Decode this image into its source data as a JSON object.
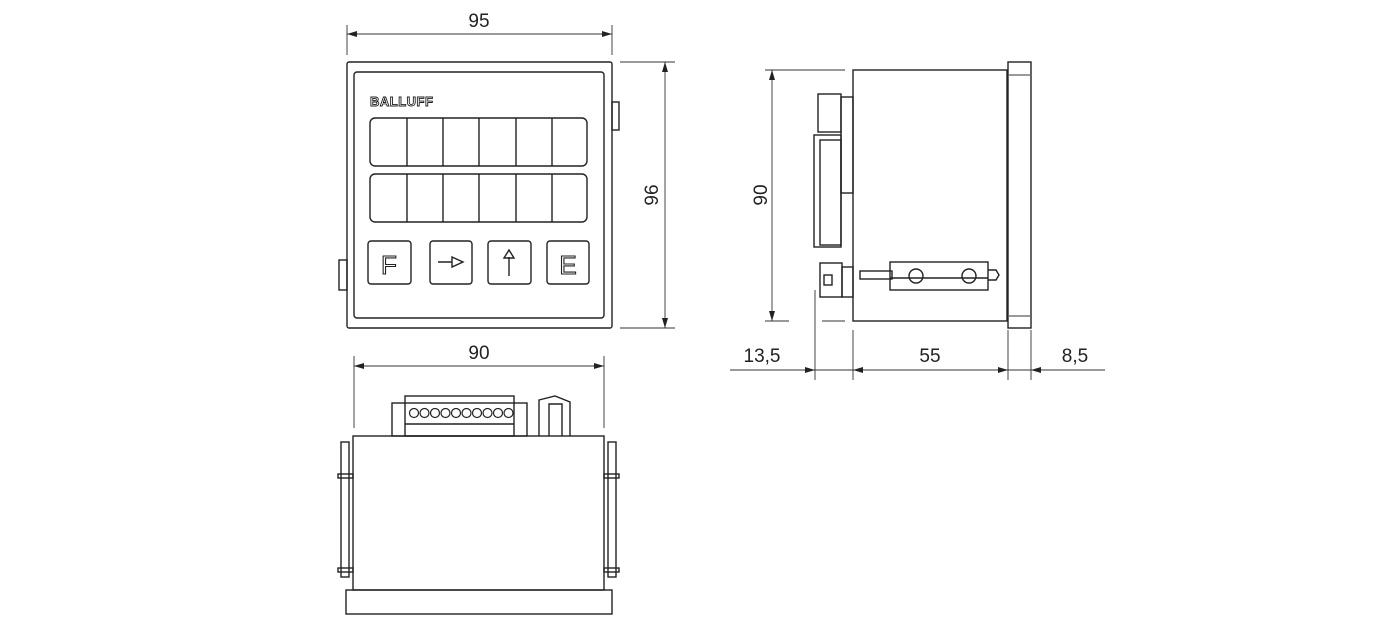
{
  "logo": "BALLUFF",
  "front_view": {
    "keys": [
      "F",
      "→",
      "↑",
      "E"
    ],
    "display_rows": 2,
    "digits_per_row": 6
  },
  "dimensions": {
    "front_width": "95",
    "front_height": "96",
    "bottom_width": "90",
    "side_height": "90",
    "rear_connector_depth": "13,5",
    "body_depth": "55",
    "bezel_depth": "8,5"
  }
}
